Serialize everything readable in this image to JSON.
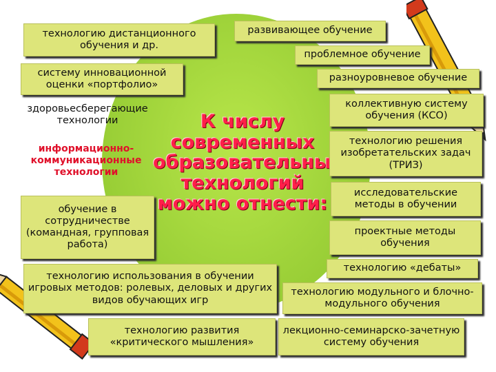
{
  "title": "К числу\nсовременных\nобразовательных\nтехнологий\nможно отнести:",
  "left": {
    "distance": "технологию дистанционного обучения  и др.",
    "portfolio": "систему   инновационной оценки «портфолио»",
    "health": "здоровьесберегающие технологии",
    "ict": "информационно-коммуникационные технологии",
    "cooperation": "обучение в сотрудничестве (командная, групповая работа)",
    "games": "технологию использования в обучении игровых методов: ролевых, деловых  и других   видов обучающих игр",
    "critical": "технологию  развития «критического мышления»"
  },
  "right": {
    "developing": "развивающее обучение",
    "problem": "проблемное обучение",
    "multilevel": "разноуровневое обучение",
    "kso": "коллективную систему обучения (КСО)",
    "triz": "технологию решения изобретательских задач (ТРИЗ)",
    "research": "исследовательские методы  в обучении",
    "project": "проектные методы обучения",
    "debates": "технологию «дебаты»",
    "modular": "технологию модульного  и блочно-модульного обучения",
    "lecture": "лекционно-семинарско-зачетную систему обучения"
  },
  "colors": {
    "box": "#dde57a",
    "blob": "#9fd33a",
    "title": "#ff1f4a",
    "ict": "#e0102a"
  },
  "icons": [
    "pencil-top-right",
    "pencil-bottom-left"
  ]
}
